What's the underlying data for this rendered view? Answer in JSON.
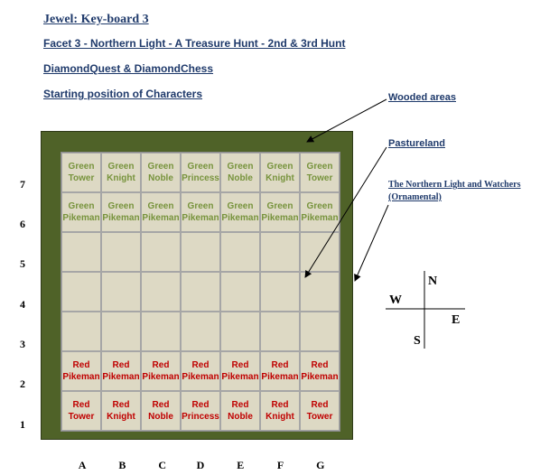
{
  "headings": [
    "Jewel: Key-board 3",
    "Facet 3 - Northern Light - A Treasure Hunt - 2nd & 3rd Hunt",
    "DiamondQuest & DiamondChess",
    "Starting position of Characters"
  ],
  "labels": {
    "wooded": "Wooded areas",
    "pasture": "Pastureland",
    "northern_line1": "The Northern Light and Watchers",
    "northern_line2": "(Ornamental)"
  },
  "board": {
    "files": [
      "A",
      "B",
      "C",
      "D",
      "E",
      "F",
      "G"
    ],
    "ranks": [
      "7",
      "6",
      "5",
      "4",
      "3",
      "2",
      "1"
    ],
    "rows": [
      [
        {
          "color": "Green",
          "piece": "Tower"
        },
        {
          "color": "Green",
          "piece": "Knight"
        },
        {
          "color": "Green",
          "piece": "Noble"
        },
        {
          "color": "Green",
          "piece": "Princess"
        },
        {
          "color": "Green",
          "piece": "Noble"
        },
        {
          "color": "Green",
          "piece": "Knight"
        },
        {
          "color": "Green",
          "piece": "Tower"
        }
      ],
      [
        {
          "color": "Green",
          "piece": "Pikeman"
        },
        {
          "color": "Green",
          "piece": "Pikeman"
        },
        {
          "color": "Green",
          "piece": "Pikeman"
        },
        {
          "color": "Green",
          "piece": "Pikeman"
        },
        {
          "color": "Green",
          "piece": "Pikeman"
        },
        {
          "color": "Green",
          "piece": "Pikeman"
        },
        {
          "color": "Green",
          "piece": "Pikeman"
        }
      ],
      [
        null,
        null,
        null,
        null,
        null,
        null,
        null
      ],
      [
        null,
        null,
        null,
        null,
        null,
        null,
        null
      ],
      [
        null,
        null,
        null,
        null,
        null,
        null,
        null
      ],
      [
        {
          "color": "Red",
          "piece": "Pikeman"
        },
        {
          "color": "Red",
          "piece": "Pikeman"
        },
        {
          "color": "Red",
          "piece": "Pikeman"
        },
        {
          "color": "Red",
          "piece": "Pikeman"
        },
        {
          "color": "Red",
          "piece": "Pikeman"
        },
        {
          "color": "Red",
          "piece": "Pikeman"
        },
        {
          "color": "Red",
          "piece": "Pikeman"
        }
      ],
      [
        {
          "color": "Red",
          "piece": "Tower"
        },
        {
          "color": "Red",
          "piece": "Knight"
        },
        {
          "color": "Red",
          "piece": "Noble"
        },
        {
          "color": "Red",
          "piece": "Princess"
        },
        {
          "color": "Red",
          "piece": "Noble"
        },
        {
          "color": "Red",
          "piece": "Knight"
        },
        {
          "color": "Red",
          "piece": "Tower"
        }
      ]
    ]
  },
  "compass": {
    "n": "N",
    "w": "W",
    "e": "E",
    "s": "S"
  },
  "colors": {
    "wood": "#4f6228",
    "pasture": "#ddd9c4",
    "green_text": "#77933c",
    "red_text": "#c00000",
    "heading_text": "#1f3a6b"
  }
}
